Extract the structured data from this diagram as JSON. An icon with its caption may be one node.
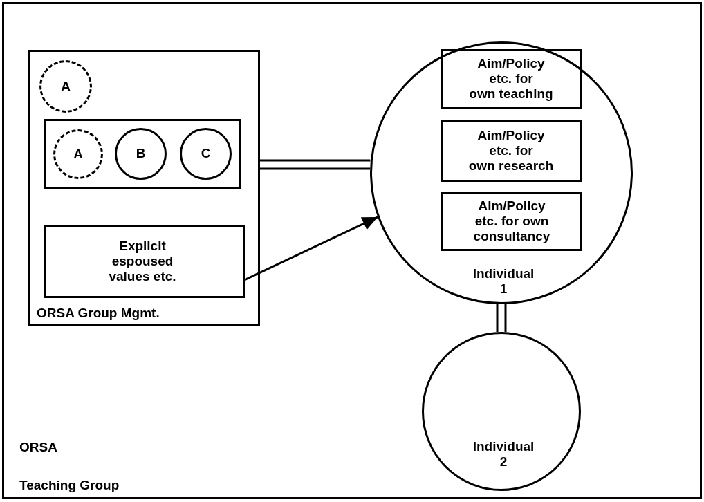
{
  "diagram": {
    "nodes": [
      {
        "text": [
          "ORSA",
          "Teaching Group"
        ]
      },
      {
        "text": [
          "ORSA Group Mgmt."
        ],
        "in": 0
      },
      {
        "text": [
          "A"
        ],
        "in": 1
      },
      {
        "text": [],
        "shape": "box",
        "in": 1
      },
      {
        "text": [
          "A"
        ],
        "in": 3
      },
      {
        "text": [
          "B"
        ],
        "in": 3
      },
      {
        "text": [
          "C"
        ],
        "in": 3
      },
      {
        "text": [
          "Explicit espoused values etc."
        ],
        "in": 1
      },
      {
        "text": [
          "Individual 1"
        ],
        "in": 0
      },
      {
        "text": [
          "Aim/Policy etc. for own teaching"
        ],
        "in": 8
      },
      {
        "text": [
          "Aim/Policy etc. for own research"
        ],
        "in": 8
      },
      {
        "text": [
          "Aim/Policy etc. for own consultancy"
        ],
        "in": 8
      },
      {
        "text": [
          "Individual 2"
        ],
        "in": 0
      }
    ],
    "edges": [
      {
        "from": 1,
        "to": 8,
        "arrow": "none"
      },
      {
        "from": 7,
        "to": 8,
        "arrow": "to"
      },
      {
        "from": 8,
        "to": 12,
        "arrow": "none"
      }
    ]
  }
}
